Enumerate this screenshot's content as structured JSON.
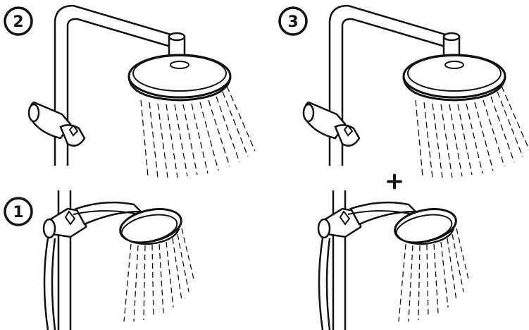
{
  "badges": {
    "rain_only": "2",
    "hand_only": "1",
    "both": "3"
  },
  "combine_symbol": "+",
  "colors": {
    "line": "#111111",
    "fill": "#ffffff"
  },
  "icons": [
    "overhead-shower-icon",
    "hand-shower-icon",
    "slide-bracket-icon",
    "water-spray-icon"
  ]
}
